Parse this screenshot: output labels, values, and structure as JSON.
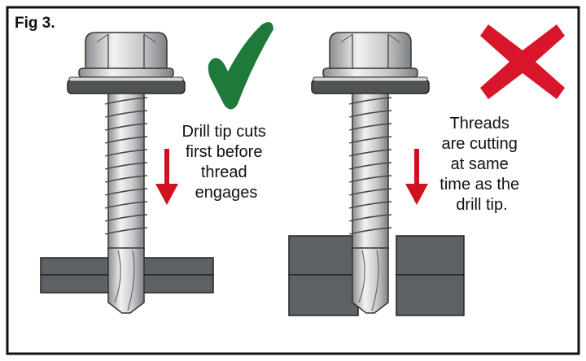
{
  "figure": {
    "label": "Fig 3.",
    "correct": {
      "mark": "check-icon",
      "color": "#1e7a3a",
      "caption": [
        "Drill tip cuts",
        "first before",
        "thread",
        "engages"
      ]
    },
    "incorrect": {
      "mark": "cross-icon",
      "color": "#d8152a",
      "caption": [
        "Threads",
        "are cutting",
        "at same",
        "time as the",
        "drill tip."
      ]
    },
    "arrow_color": "#d0111f"
  }
}
